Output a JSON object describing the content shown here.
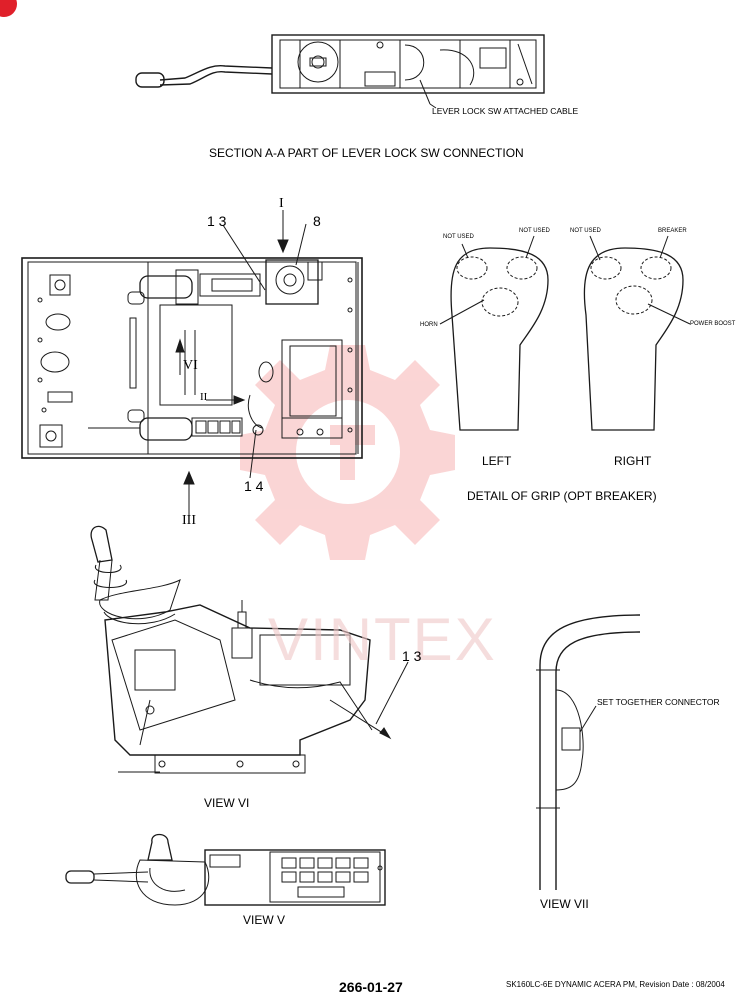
{
  "labels": {
    "lever_lock_cable": "LEVER LOCK SW ATTACHED CABLE",
    "section_title": "SECTION A-A PART OF LEVER LOCK SW CONNECTION",
    "part_13_top": "1 3",
    "part_8": "8",
    "part_14": "1 4",
    "arrow_I": "I",
    "arrow_II": "II",
    "arrow_III": "III",
    "arrow_VI": "VI",
    "part_13_view": "1 3",
    "grip_left_not_used_a": "NOT USED",
    "grip_left_not_used_b": "NOT USED",
    "grip_left_horn": "HORN",
    "grip_right_not_used": "NOT USED",
    "grip_right_breaker": "BREAKER",
    "grip_right_power_boost": "POWER BOOST",
    "grip_left": "LEFT",
    "grip_right": "RIGHT",
    "grip_detail": "DETAIL OF GRIP (OPT BREAKER)",
    "view_vi": "VIEW VI",
    "view_v": "VIEW V",
    "view_vii": "VIEW VII",
    "set_together_connector": "SET TOGETHER CONNECTOR",
    "watermark": "VINTEX"
  },
  "footer": {
    "page_number": "266-01-27",
    "doc_ref": "SK160LC-6E DYNAMIC ACERA PM, Revision Date : 08/2004"
  },
  "colors": {
    "line": "#1a1a1a",
    "watermark": "#f4a6a6",
    "badge": "#e0202a"
  }
}
